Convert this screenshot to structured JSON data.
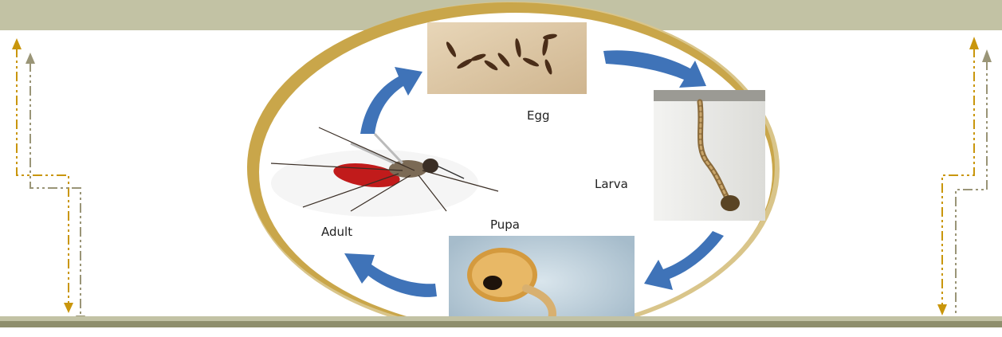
{
  "colors": {
    "band": "#c2c2a4",
    "band_dark": "#8f8f6d",
    "gold": "#c9960c",
    "taupe": "#9a9577",
    "ellipse_rim": "#c9a64a",
    "arrow_blue": "#3f73b8"
  },
  "cycle": {
    "stages": [
      {
        "label": "Egg"
      },
      {
        "label": "Larva"
      },
      {
        "label": "Pupa"
      },
      {
        "label": "Adult"
      }
    ]
  }
}
